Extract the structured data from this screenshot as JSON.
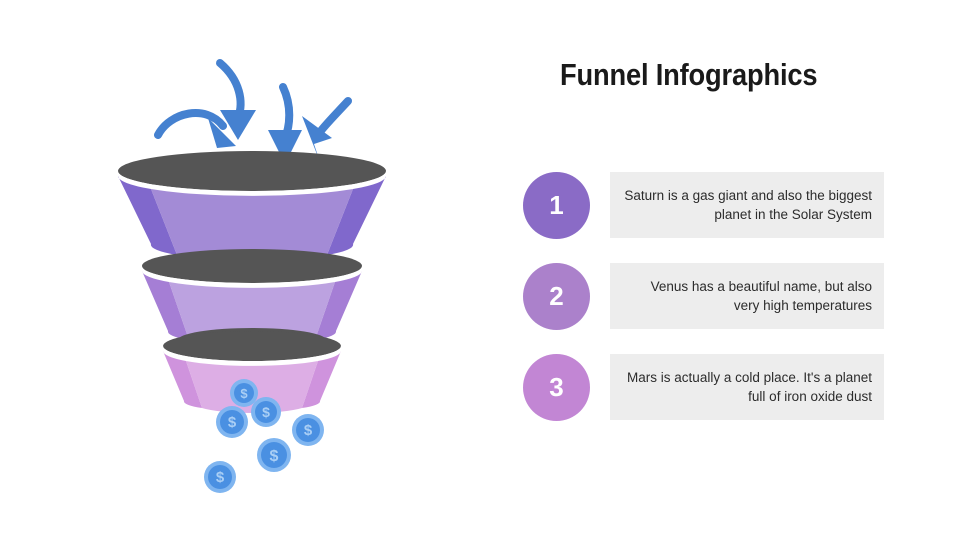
{
  "slide": {
    "background_color": "#ffffff",
    "title": "Funnel Infographics"
  },
  "illustration": {
    "name": "funnel-with-coins-and-arrows",
    "arrow_color": "#4581D0",
    "arrow_count": 4,
    "rim_color": "#555555",
    "rim_highlight_color": "#ffffff",
    "stages": [
      {
        "index": 1,
        "side_color": "#8068CC",
        "front_color": "#A38BD6",
        "rim_color": "#555555"
      },
      {
        "index": 2,
        "side_color": "#A57ED5",
        "front_color": "#BCA2E0",
        "rim_color": "#555555"
      },
      {
        "index": 3,
        "side_color": "#CF93DD",
        "front_color": "#DDAEE5",
        "rim_color": "#555555"
      }
    ],
    "coins": {
      "count": 6,
      "symbol": "$",
      "ring_color": "#7FB5F0",
      "face_color": "#4A90E2",
      "symbol_color": "#AACFF5"
    }
  },
  "steps": [
    {
      "number": "1",
      "circle_color": "#8A6BC6",
      "box_color": "#ededed",
      "text": "Saturn is a gas giant and also the biggest planet in the Solar System"
    },
    {
      "number": "2",
      "circle_color": "#AB81CB",
      "box_color": "#ededed",
      "text": "Venus has a beautiful name, but also very high temperatures"
    },
    {
      "number": "3",
      "circle_color": "#C286D4",
      "box_color": "#ededed",
      "text": "Mars is actually a cold place. It's a planet full of iron oxide dust"
    }
  ]
}
